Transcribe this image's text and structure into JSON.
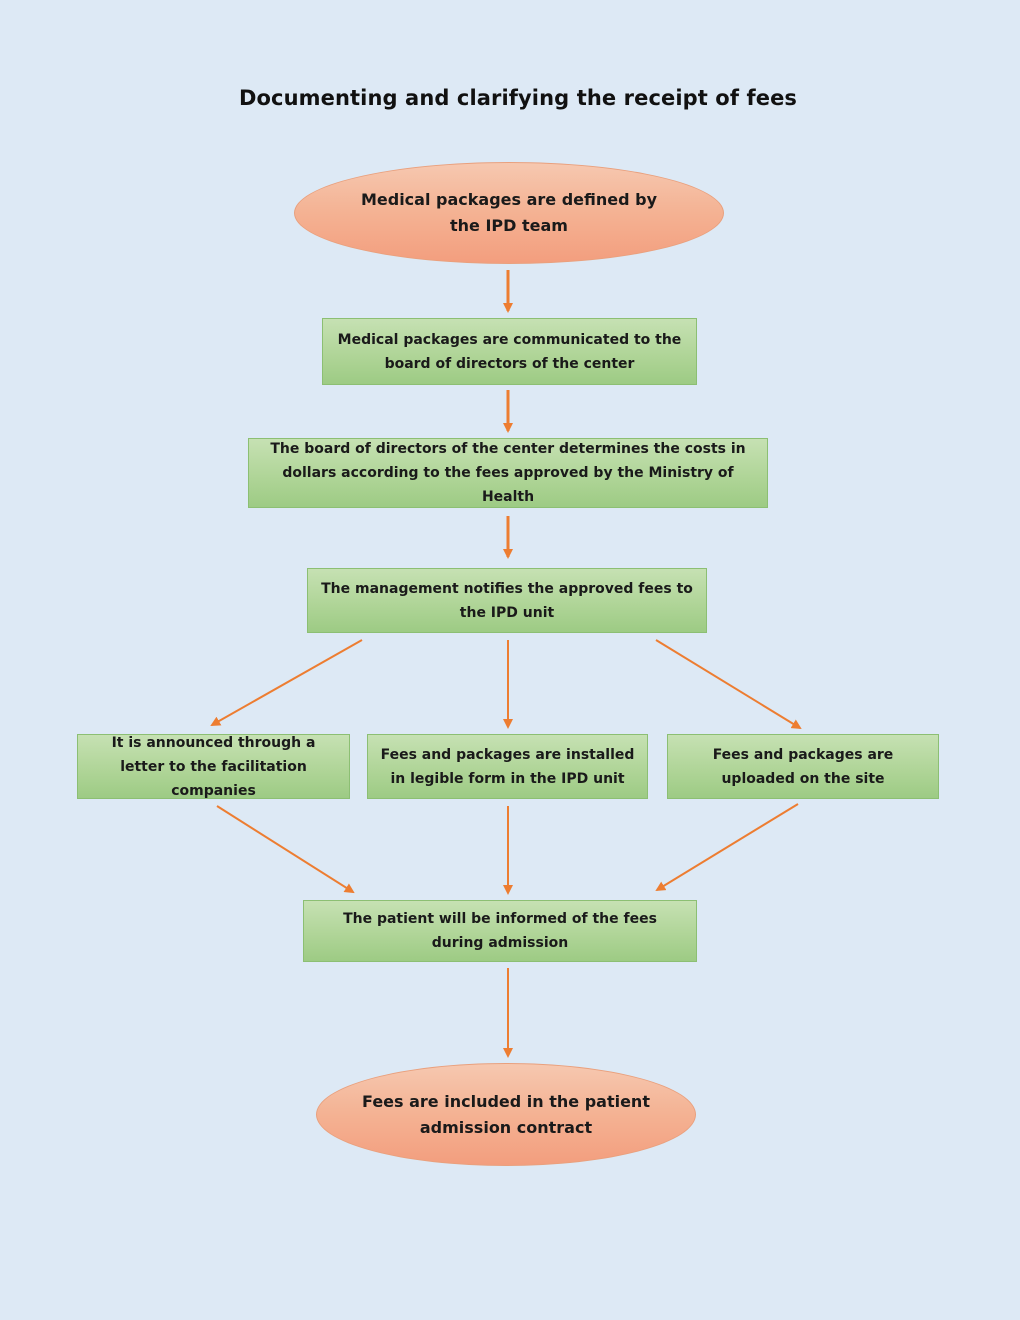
{
  "title": "Documenting and clarifying the receipt of fees",
  "nodes": {
    "start": "Medical packages are defined by the IPD team",
    "communicated": "Medical packages are communicated to the board of directors of the center",
    "costs": "The board of directors of the center determines the costs in dollars according to the fees approved by the Ministry of Health",
    "notifies": "The management notifies the approved fees to the IPD unit",
    "letter": "It is announced through a letter to the facilitation companies",
    "installed": "Fees and packages are installed in legible form in the IPD unit",
    "uploaded": "Fees and packages are uploaded on the site",
    "informed": "The patient will be informed of the fees during admission",
    "end": "Fees are included in the patient admission contract"
  },
  "colors": {
    "background": "#dde9f5",
    "oval_fill": "#f4b293",
    "box_fill": "#b0d598",
    "arrow": "#ed7d31"
  }
}
